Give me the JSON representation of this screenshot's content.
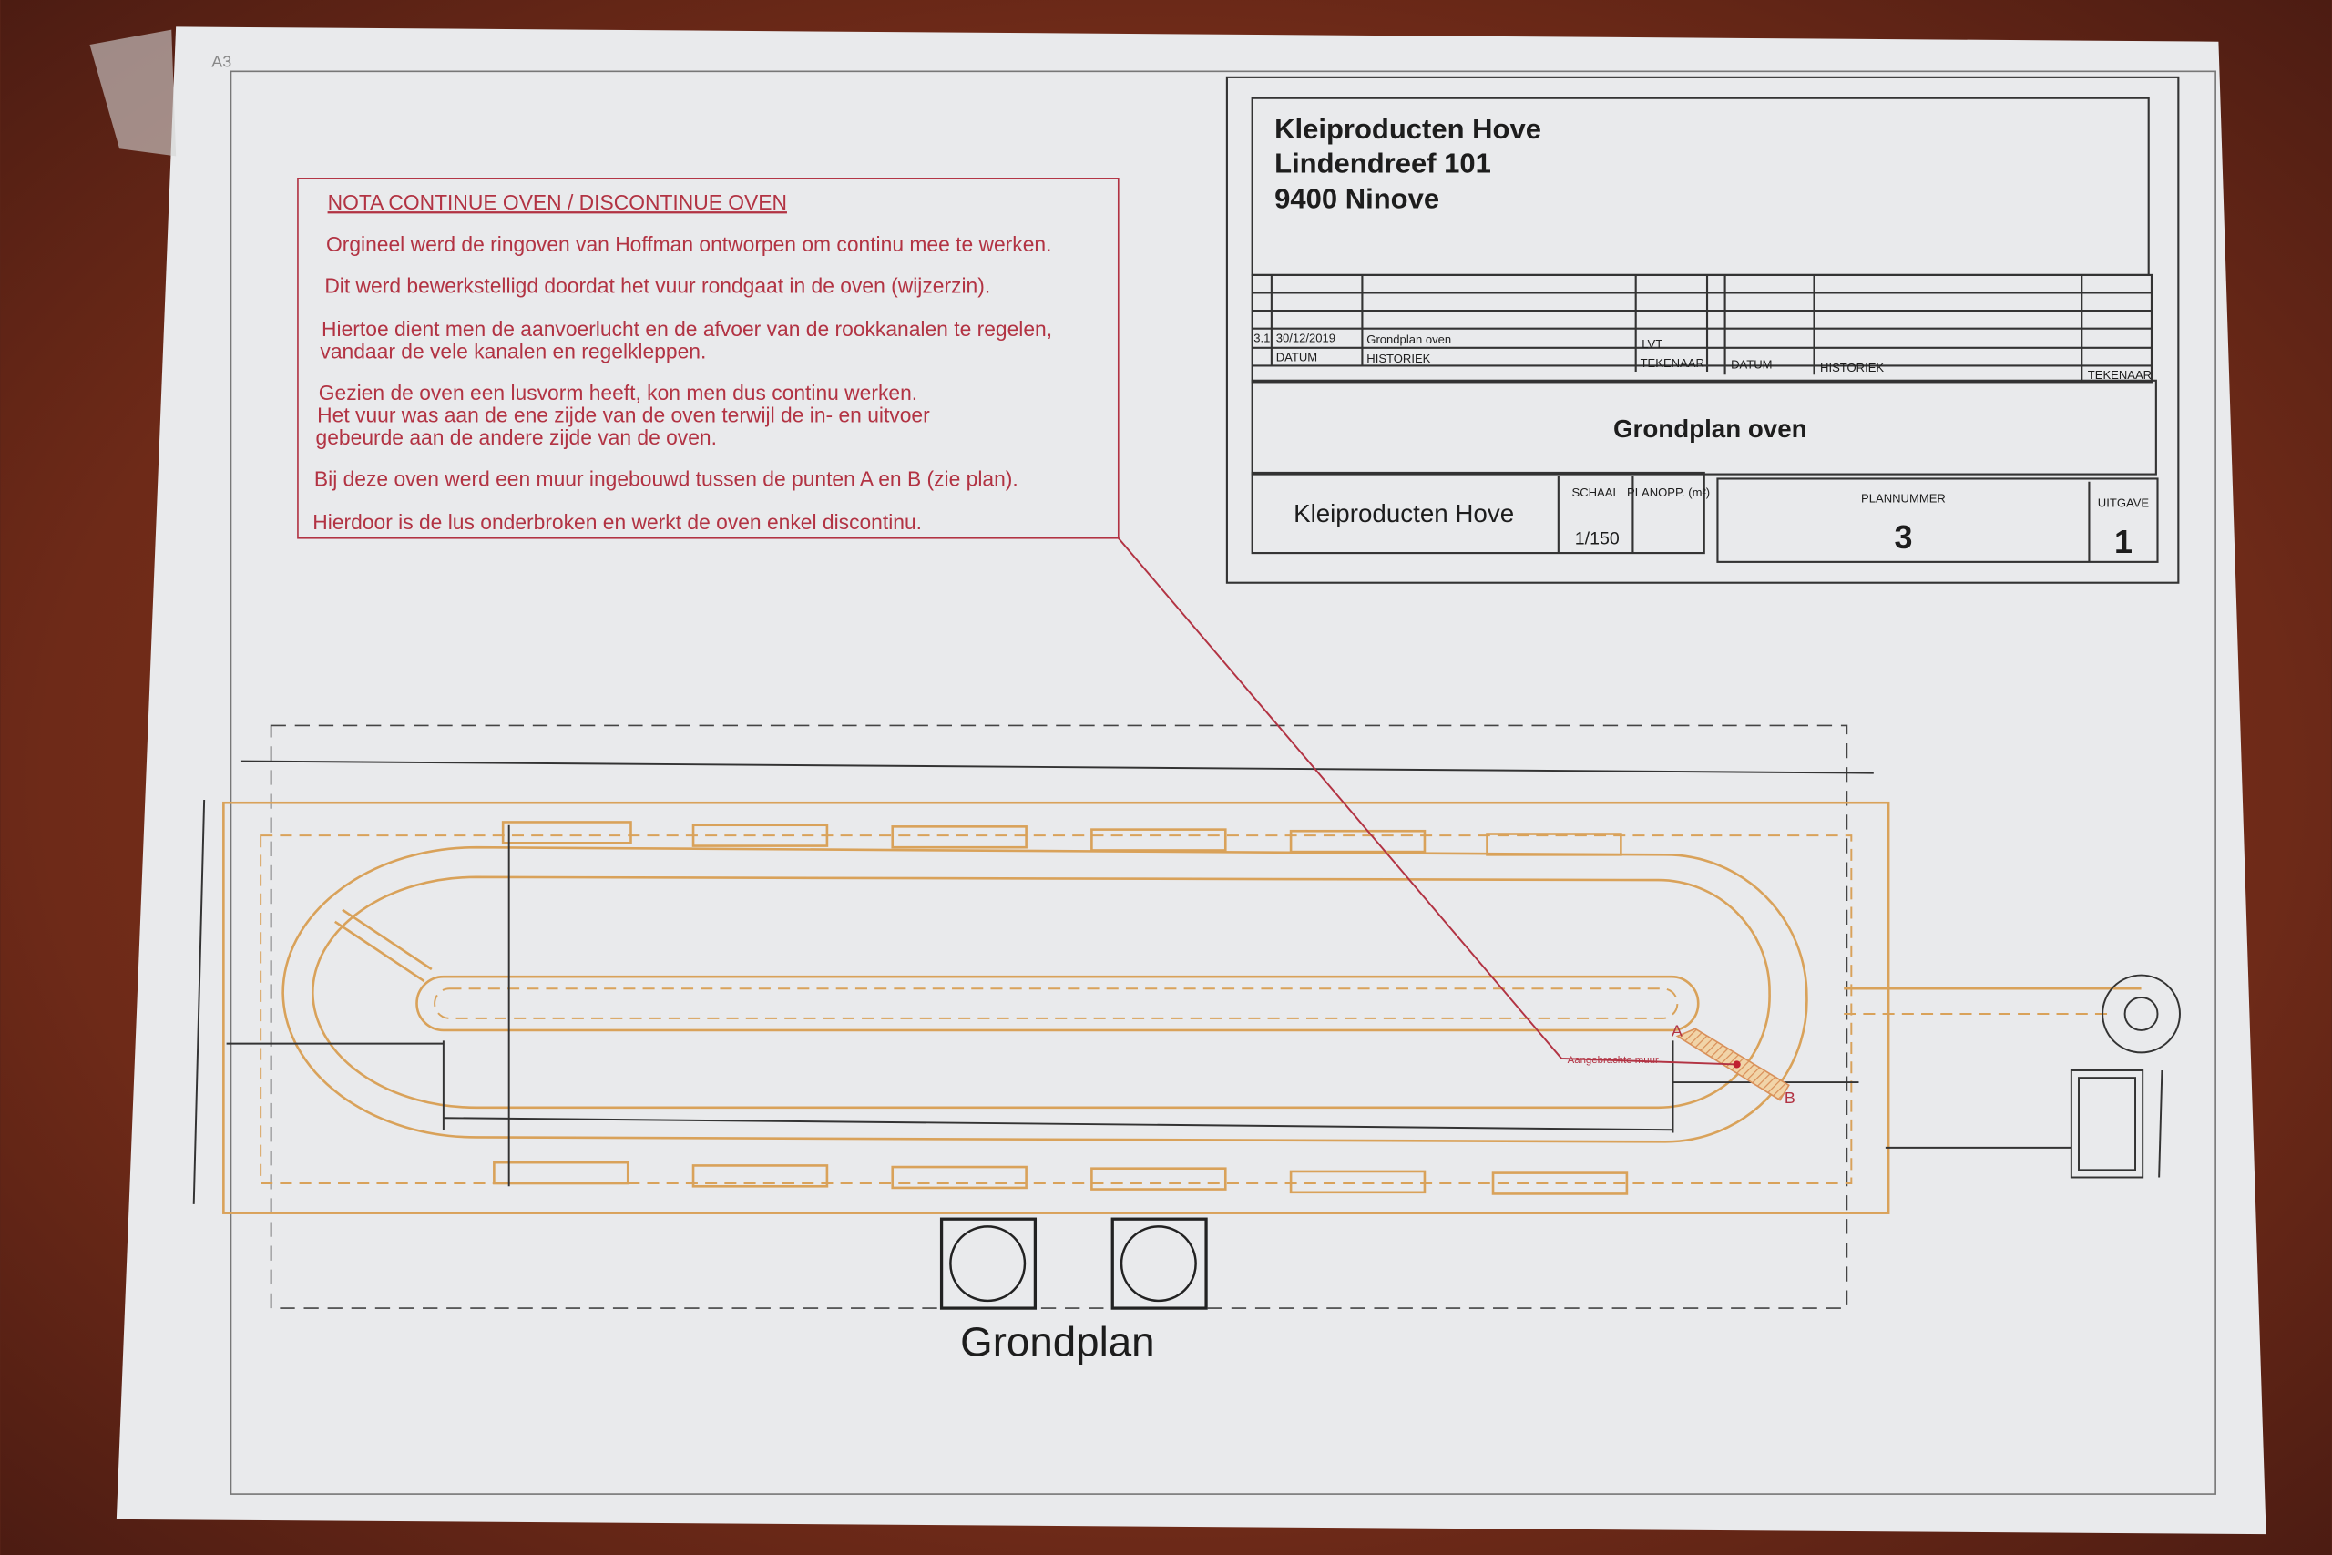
{
  "sheet_size": "A3",
  "note": {
    "title": "NOTA CONTINUE OVEN / DISCONTINUE OVEN",
    "lines": [
      "Orgineel werd de ringoven van Hoffman ontworpen om continu mee te werken.",
      "Dit werd bewerkstelligd doordat het vuur rondgaat in de oven (wijzerzin).",
      "Hiertoe dient men de aanvoerlucht en de afvoer van de rookkanalen te regelen,",
      "vandaar de vele kanalen en regelkleppen.",
      "Gezien de oven een lusvorm heeft, kon men dus continu werken.",
      "Het vuur was aan de ene zijde van de oven terwijl de in- en uitvoer",
      "gebeurde aan de andere zijde van de oven.",
      "Bij deze oven werd een muur ingebouwd tussen de punten A en B (zie plan).",
      "Hierdoor is de lus onderbroken en werkt de oven enkel discontinu."
    ]
  },
  "title_block": {
    "company_lines": [
      "Kleiproducten Hove",
      "Lindendreef 101",
      "9400 Ninove"
    ],
    "revision": {
      "index": "3.1",
      "date": "30/12/2019",
      "history": "Grondplan oven",
      "drawer": "LVT"
    },
    "headers": {
      "date": "DATUM",
      "history": "HISTORIEK",
      "drawer": "TEKENAAR"
    },
    "drawing_title": "Grondplan oven",
    "client": "Kleiproducten Hove",
    "scale_label": "SCHAAL",
    "scale": "1/150",
    "area_label": "PLANOPP. (m²)",
    "plan_number_label": "PLANNUMMER",
    "plan_number": "3",
    "edition_label": "UITGAVE",
    "edition": "1"
  },
  "plan": {
    "label": "Grondplan",
    "wall_label": "Aangebrachte muur",
    "point_a": "A",
    "point_b": "B"
  },
  "colors": {
    "note_red": "#b23343",
    "plan_orange": "#d9a25a",
    "paper": "#e9eaec"
  }
}
